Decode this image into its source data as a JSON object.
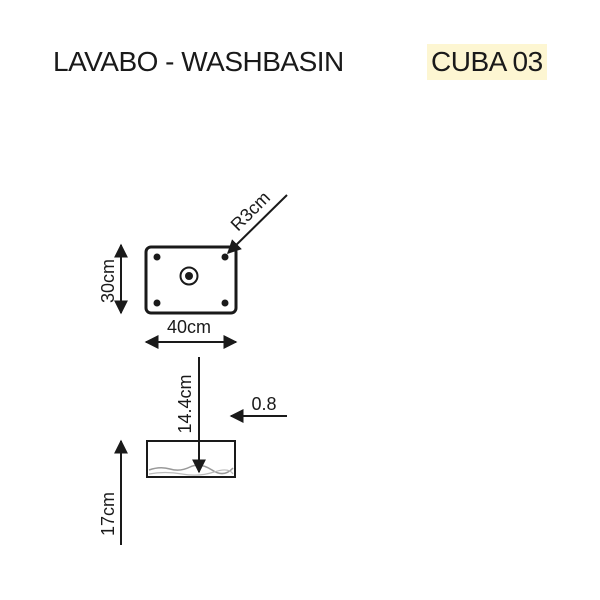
{
  "header": {
    "title": "LAVABO - WASHBASIN",
    "model_code": "CUBA 03",
    "model_code_highlight": "#fdf6d2"
  },
  "dimensions": {
    "radius": "R3cm",
    "depth": "30cm",
    "width": "40cm",
    "inner_depth": "14.4cm",
    "wall_thickness": "0.8",
    "height": "17cm"
  },
  "colors": {
    "line": "#1a1a1a",
    "text": "#1a1a1a"
  }
}
